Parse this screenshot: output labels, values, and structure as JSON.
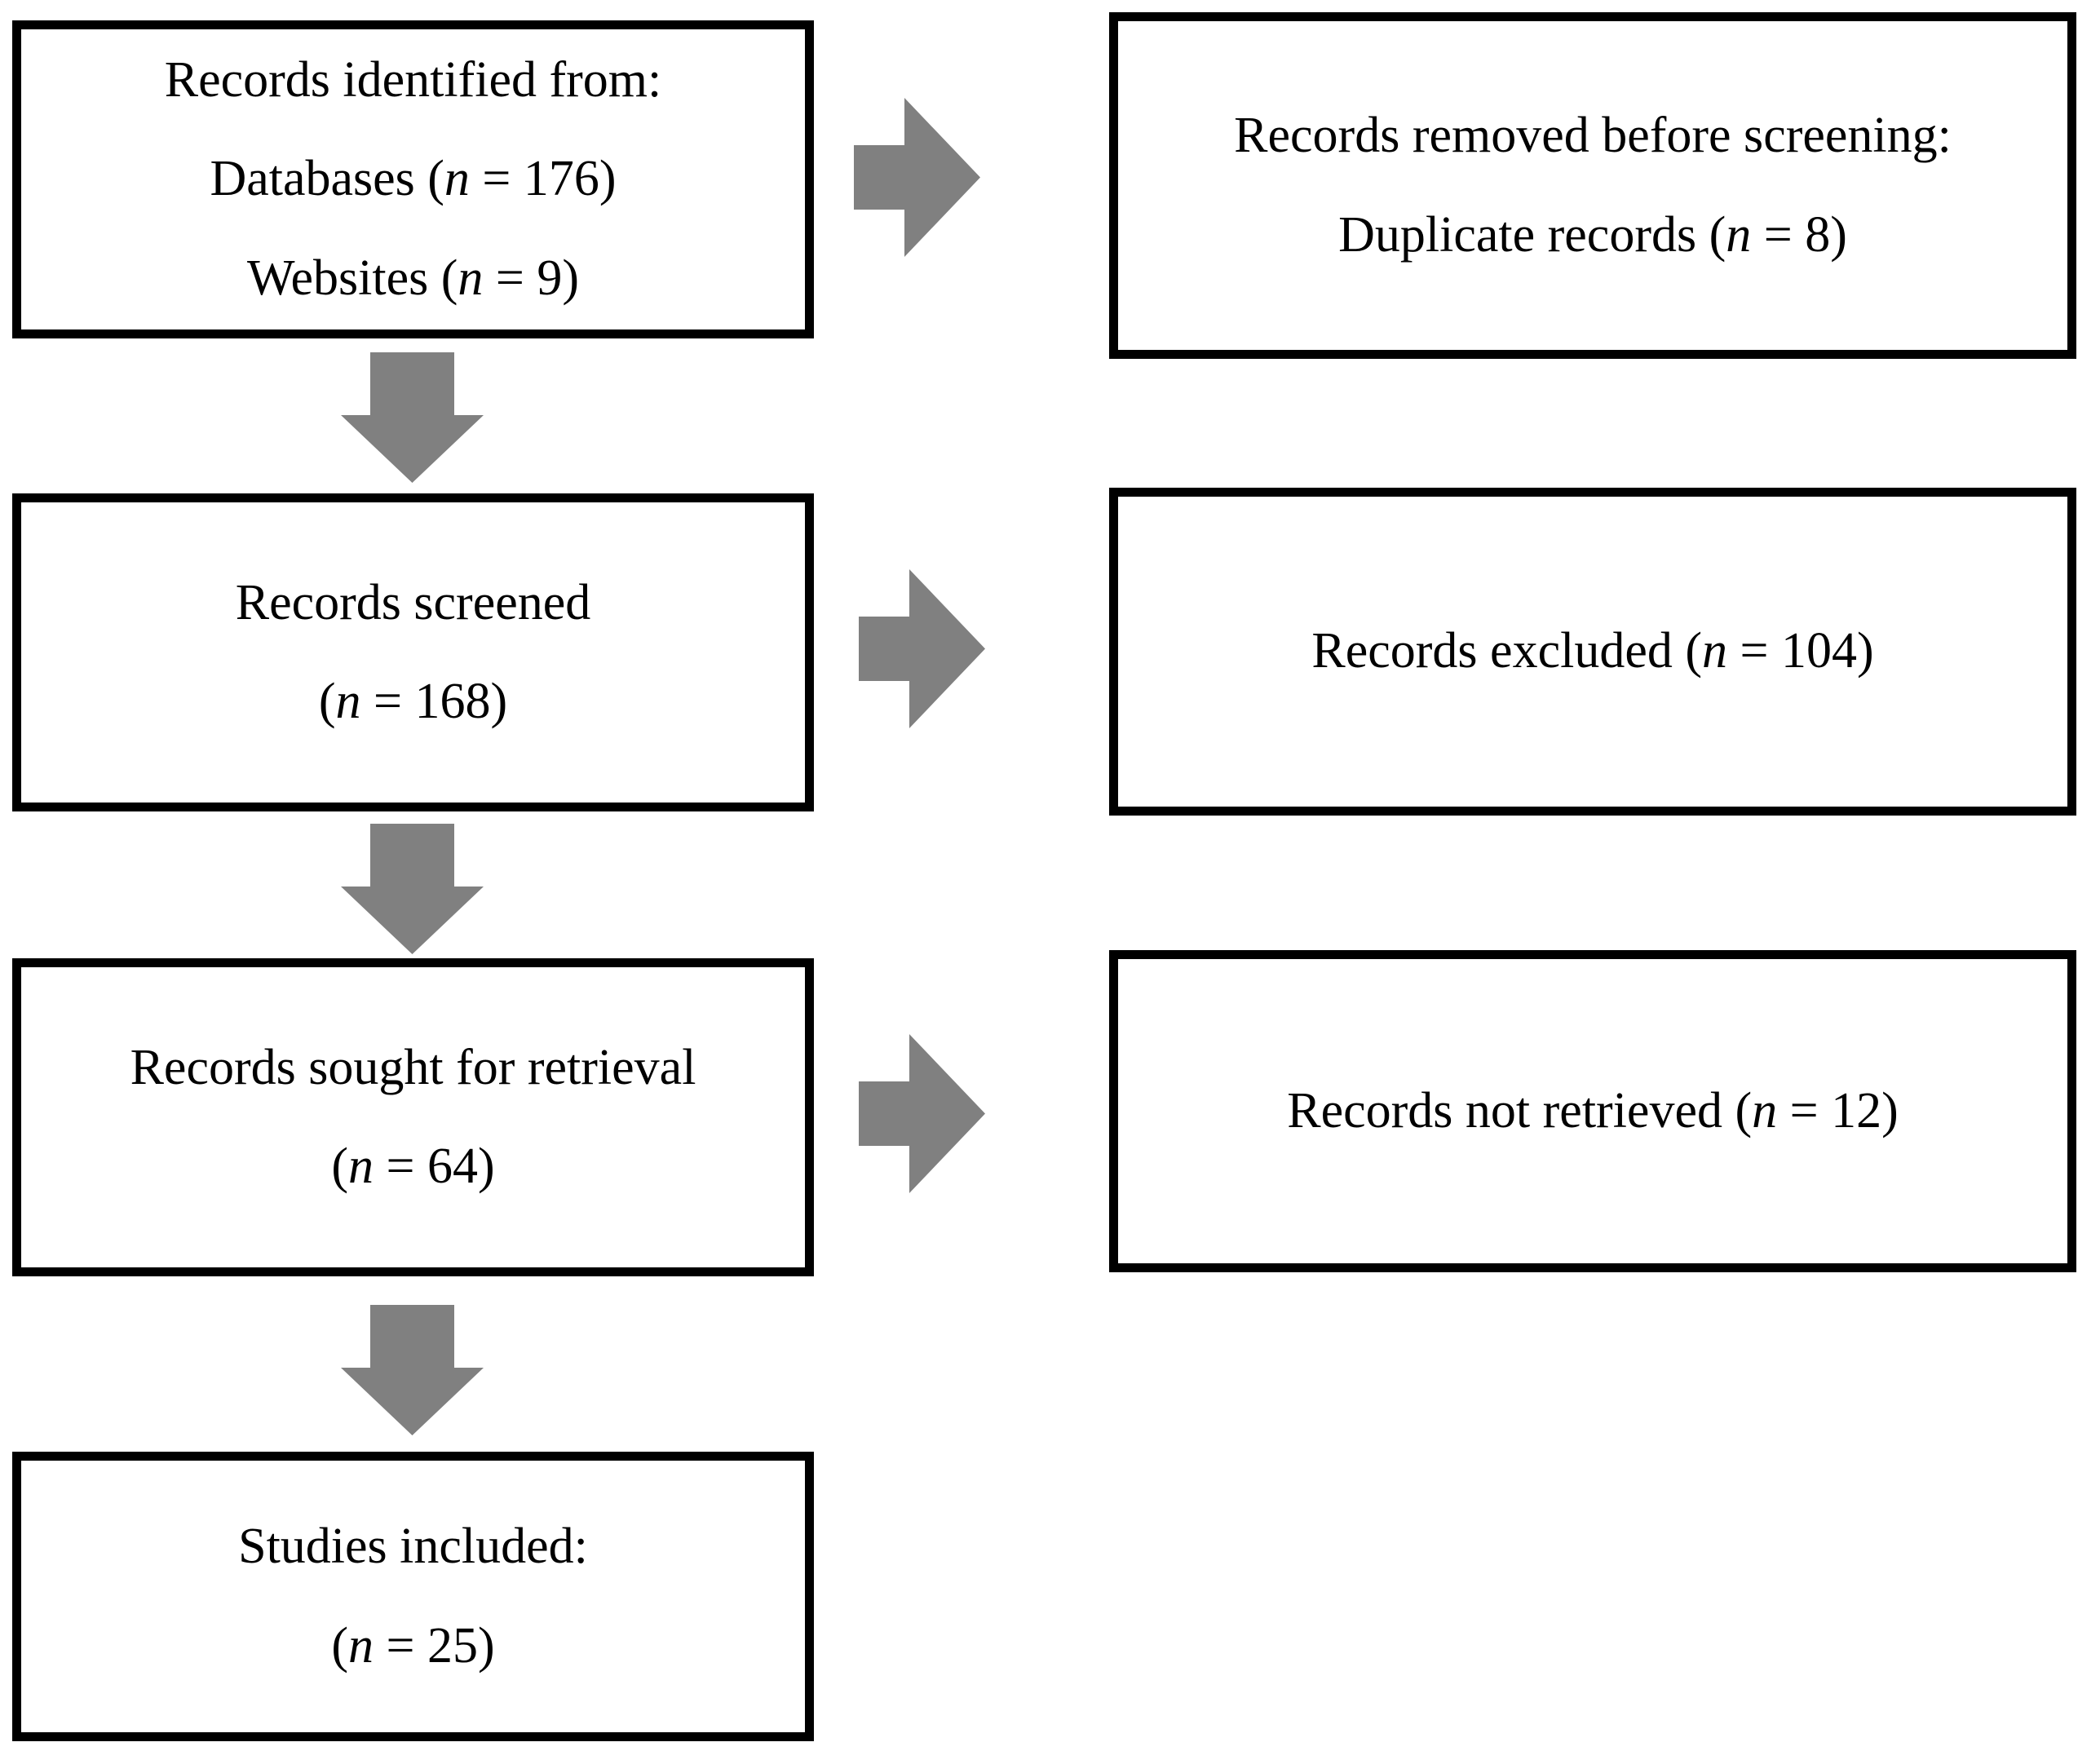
{
  "diagram": {
    "title": "PRISMA flow diagram",
    "colors": {
      "box_border": "#000000",
      "box_fill": "#ffffff",
      "arrow_fill": "#808080",
      "text": "#000000"
    }
  },
  "boxes": {
    "identification": {
      "name": "records-identified",
      "lines": [
        "Records identified from:",
        "Databases (n = 176)",
        "Websites (n = 9)"
      ],
      "line1": "Records identified from:",
      "line2_prefix": "Databases (",
      "line2_var": "n",
      "line2_suffix": " = 176)",
      "line3_prefix": "Websites (",
      "line3_var": "n",
      "line3_suffix": " = 9)"
    },
    "removed": {
      "name": "records-removed-before-screening",
      "lines": [
        "Records removed before screening:",
        "Duplicate records (n = 8)"
      ],
      "line1": "Records removed before screening:",
      "line2_prefix": "Duplicate records (",
      "line2_var": "n",
      "line2_suffix": " = 8)"
    },
    "screened": {
      "name": "records-screened",
      "lines": [
        "Records screened",
        "(n = 168)"
      ],
      "line1": "Records screened",
      "line2_prefix": "(",
      "line2_var": "n",
      "line2_suffix": " = 168)"
    },
    "excluded": {
      "name": "records-excluded",
      "lines": [
        "Records excluded (n = 104)"
      ],
      "line1_prefix": "Records excluded (",
      "line1_var": "n",
      "line1_suffix": " = 104)"
    },
    "sought": {
      "name": "records-sought-for-retrieval",
      "lines": [
        "Records sought for retrieval",
        "(n = 64)"
      ],
      "line1": "Records sought for retrieval",
      "line2_prefix": "(",
      "line2_var": "n",
      "line2_suffix": " = 64)"
    },
    "not_retrieved": {
      "name": "records-not-retrieved",
      "lines": [
        "Records not retrieved (n = 12)"
      ],
      "line1_prefix": "Records not retrieved (",
      "line1_var": "n",
      "line1_suffix": " = 12)"
    },
    "included": {
      "name": "studies-included",
      "lines": [
        "Studies included:",
        "(n = 25)"
      ],
      "line1": "Studies included:",
      "line2_prefix": "(",
      "line2_var": "n",
      "line2_suffix": " = 25)"
    }
  },
  "counts": {
    "databases": 176,
    "websites": 9,
    "duplicate_records": 8,
    "records_screened": 168,
    "records_excluded": 104,
    "records_sought": 64,
    "records_not_retrieved": 12,
    "studies_included": 25
  },
  "arrows": [
    {
      "name": "arrow-identification-to-removed",
      "direction": "right",
      "from": "identification",
      "to": "removed"
    },
    {
      "name": "arrow-screened-to-excluded",
      "direction": "right",
      "from": "screened",
      "to": "excluded"
    },
    {
      "name": "arrow-sought-to-not-retrieved",
      "direction": "right",
      "from": "sought",
      "to": "not_retrieved"
    },
    {
      "name": "arrow-identification-to-screened",
      "direction": "down",
      "from": "identification",
      "to": "screened"
    },
    {
      "name": "arrow-screened-to-sought",
      "direction": "down",
      "from": "screened",
      "to": "sought"
    },
    {
      "name": "arrow-sought-to-included",
      "direction": "down",
      "from": "sought",
      "to": "included"
    }
  ]
}
